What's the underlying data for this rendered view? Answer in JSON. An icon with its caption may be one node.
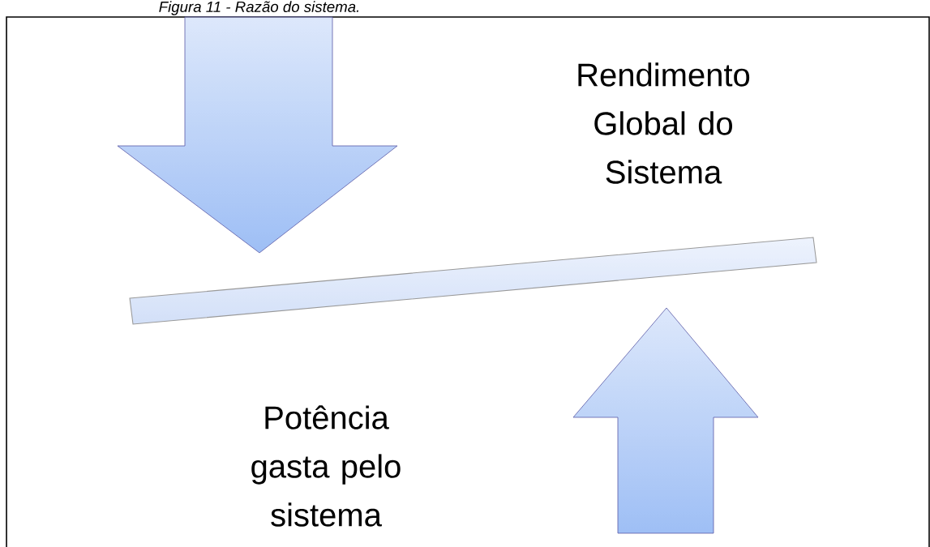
{
  "diagram": {
    "title": "Figura 11 - Razão do sistema.",
    "labels": [
      "Rendimento Global do Sistema",
      "Potência gasta pelo sistema"
    ]
  }
}
